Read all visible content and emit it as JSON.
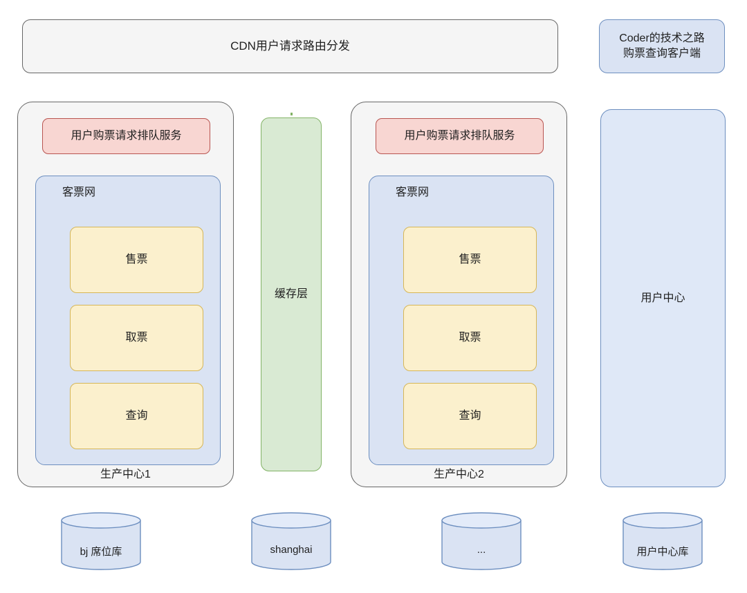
{
  "diagram": {
    "title_banner": "CDN用户请求路由分发",
    "client_box": {
      "line1": "Coder的技术之路",
      "line2": "购票查询客户端"
    },
    "centers": [
      {
        "id": "center1",
        "label": "生产中心1",
        "queue_service": "用户购票请求排队服务",
        "ticket_net_label": "客票网",
        "services": [
          "售票",
          "取票",
          "查询"
        ]
      },
      {
        "id": "center2",
        "label": "生产中心2",
        "queue_service": "用户购票请求排队服务",
        "ticket_net_label": "客票网",
        "services": [
          "售票",
          "取票",
          "查询"
        ]
      }
    ],
    "cache_layer": "缓存层",
    "user_center": "用户中心",
    "databases": [
      {
        "label": "bj 席位库"
      },
      {
        "label": "shanghai"
      },
      {
        "label": "..."
      },
      {
        "label": "用户中心库"
      }
    ]
  },
  "colors": {
    "gray_fill": "#f5f5f5",
    "gray_stroke": "#666666",
    "blue_fill": "#dae3f3",
    "blue_stroke": "#6c8ebf",
    "red_fill": "#f8d6d2",
    "red_stroke": "#b85450",
    "yellow_fill": "#fbf0cd",
    "yellow_stroke": "#d6b656",
    "green_fill": "#d9ead3",
    "green_stroke": "#82b366"
  }
}
